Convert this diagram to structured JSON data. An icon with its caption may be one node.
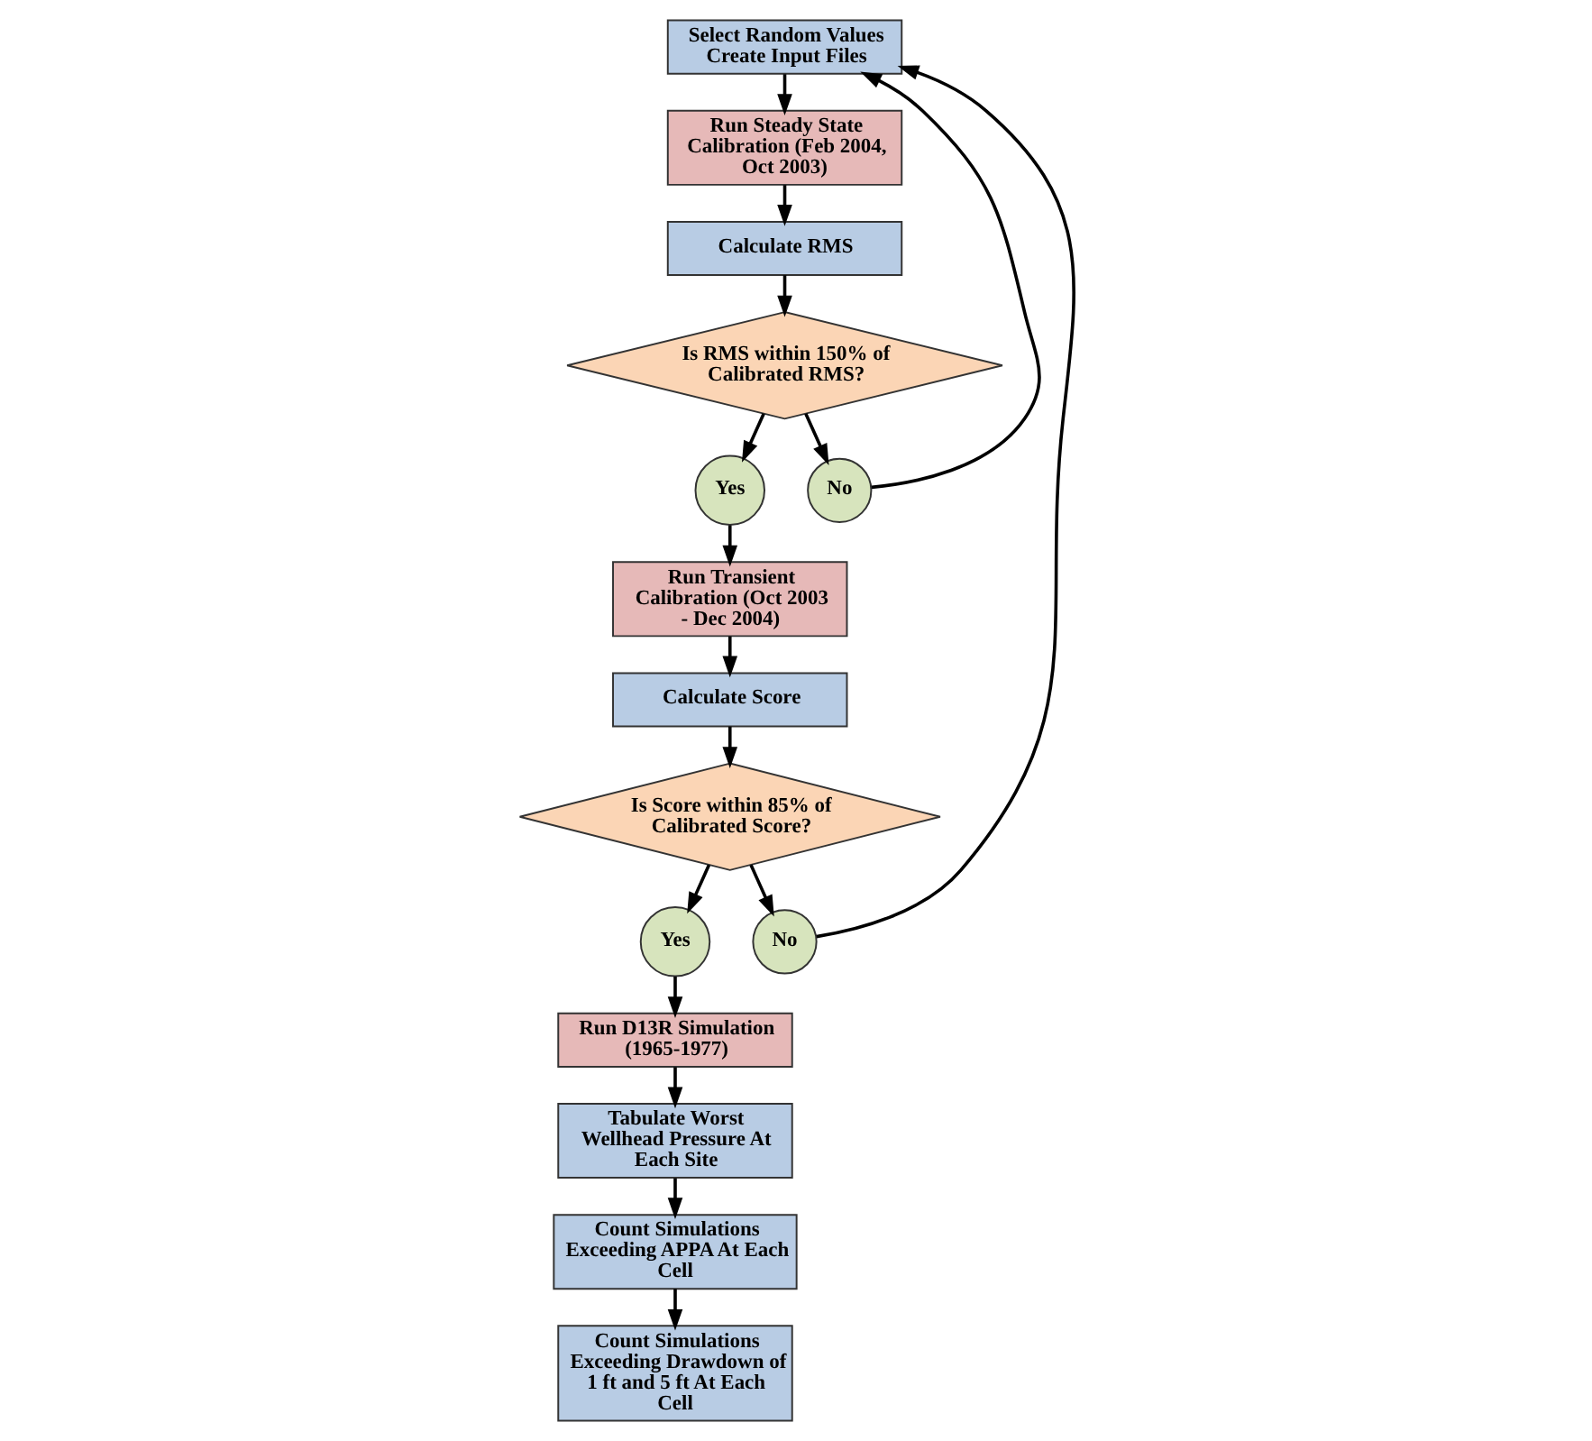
{
  "diagram": {
    "nodes": [
      {
        "text": [
          "Select Random Values Create Input Files"
        ]
      },
      {
        "text": [
          "Run Steady State Calibration (Feb 2004, Oct 2003)"
        ]
      },
      {
        "text": [
          "Calculate RMS"
        ]
      },
      {
        "text": [
          "Is RMS within 150% of Calibrated RMS?"
        ]
      },
      {
        "text": [
          "Yes"
        ]
      },
      {
        "text": [
          "No"
        ]
      },
      {
        "text": [
          "Run Transient Calibration (Oct 2003 - Dec 2004)"
        ]
      },
      {
        "text": [
          "Calculate Score"
        ]
      },
      {
        "text": [
          "Is Score within 85% of Calibrated Score?"
        ]
      },
      {
        "text": [
          "Yes"
        ]
      },
      {
        "text": [
          "No"
        ]
      },
      {
        "text": [
          "Run D13R Simulation (1965-1977)"
        ]
      },
      {
        "text": [
          "Tabulate Worst Wellhead Pressure At Each Site"
        ]
      },
      {
        "text": [
          "Count Simulations Exceeding APPA At Each Cell"
        ]
      },
      {
        "text": [
          "Count Simulations Exceeding Drawdown of 1 ft and 5 ft At Each Cell"
        ]
      }
    ],
    "edges": [
      {
        "from": 0,
        "to": 1,
        "arrow": "to"
      },
      {
        "from": 1,
        "to": 2,
        "arrow": "to"
      },
      {
        "from": 2,
        "to": 3,
        "arrow": "to"
      },
      {
        "from": 3,
        "to": 4,
        "arrow": "to"
      },
      {
        "from": 3,
        "to": 5,
        "arrow": "to"
      },
      {
        "from": 4,
        "to": 6,
        "arrow": "to"
      },
      {
        "from": 5,
        "to": 0,
        "arrow": "to"
      },
      {
        "from": 6,
        "to": 7,
        "arrow": "to"
      },
      {
        "from": 7,
        "to": 8,
        "arrow": "to"
      },
      {
        "from": 8,
        "to": 9,
        "arrow": "to"
      },
      {
        "from": 8,
        "to": 10,
        "arrow": "to"
      },
      {
        "from": 10,
        "to": 0,
        "arrow": "to"
      },
      {
        "from": 9,
        "to": 11,
        "arrow": "to"
      },
      {
        "from": 11,
        "to": 12,
        "arrow": "to"
      },
      {
        "from": 12,
        "to": 13,
        "arrow": "to"
      },
      {
        "from": 13,
        "to": 14,
        "arrow": "to"
      }
    ]
  }
}
